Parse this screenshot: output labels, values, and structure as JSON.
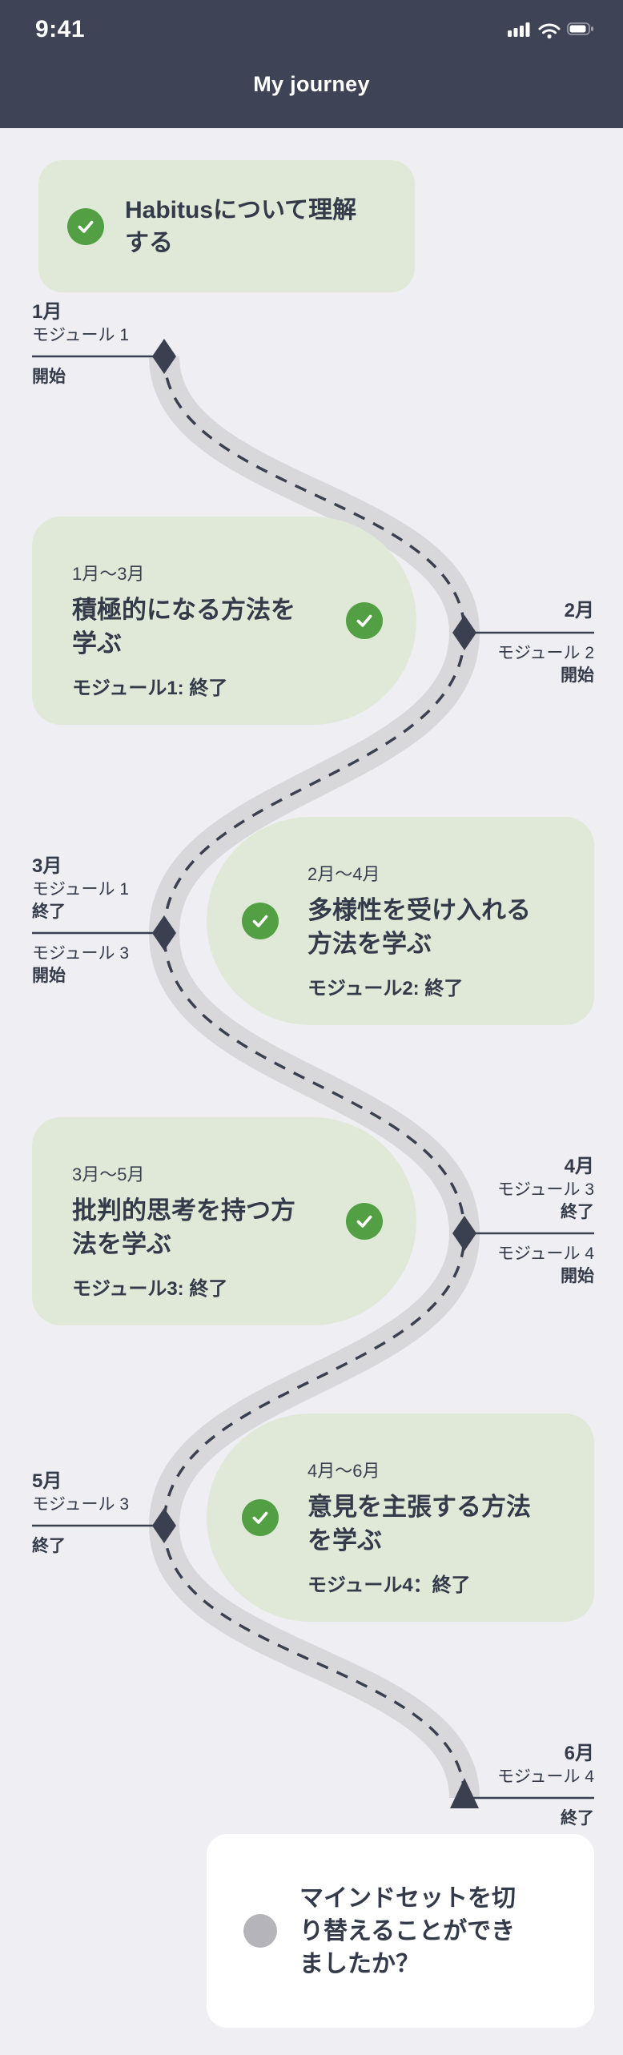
{
  "status_bar": {
    "time": "9:41",
    "icons": [
      "cellular-signal-icon",
      "wifi-icon",
      "battery-icon"
    ]
  },
  "header": {
    "title": "My journey"
  },
  "colors": {
    "header_bg": "#3f4356",
    "page_bg": "#efeef3",
    "card_green": "#e0e9d8",
    "check_green": "#52a043",
    "road_gray": "#d8d7da",
    "ink": "#333a49",
    "radio_gray": "#b5b4ba"
  },
  "intro_card": {
    "title": "Habitusについて理解する",
    "icon": "check-icon"
  },
  "cards": [
    {
      "period": "1月〜3月",
      "title": "積極的になる方法を学ぶ",
      "status": "モジュール1: 終了",
      "side": "left",
      "icon": "check-icon"
    },
    {
      "period": "2月〜4月",
      "title": "多様性を受け入れる方法を学ぶ",
      "status": "モジュール2: 終了",
      "side": "right",
      "icon": "check-icon"
    },
    {
      "period": "3月〜5月",
      "title": "批判的思考を持つ方法を学ぶ",
      "status": "モジュール3: 終了",
      "side": "left",
      "icon": "check-icon"
    },
    {
      "period": "4月〜6月",
      "title": "意見を主張する方法を学ぶ",
      "status": "モジュール4：終了",
      "side": "right",
      "icon": "check-icon"
    }
  ],
  "milestones": [
    {
      "month": "1月",
      "module": "モジュール 1",
      "state": "開始",
      "side": "left"
    },
    {
      "month": "2月",
      "module": "モジュール 2",
      "state": "開始",
      "side": "right"
    },
    {
      "month": "3月",
      "module_end": "モジュール 1",
      "state_end": "終了",
      "module_start": "モジュール 3",
      "state_start": "開始",
      "side": "left"
    },
    {
      "month": "4月",
      "module_end": "モジュール 3",
      "state_end": "終了",
      "module_start": "モジュール 4",
      "state_start": "開始",
      "side": "right"
    },
    {
      "month": "5月",
      "module": "モジュール 3",
      "state": "終了",
      "side": "left"
    },
    {
      "month": "6月",
      "module": "モジュール 4",
      "state": "終了",
      "side": "right"
    }
  ],
  "question_card": {
    "text": "マインドセットを切り替えることができましたか？",
    "icon": "radio-circle-icon"
  }
}
